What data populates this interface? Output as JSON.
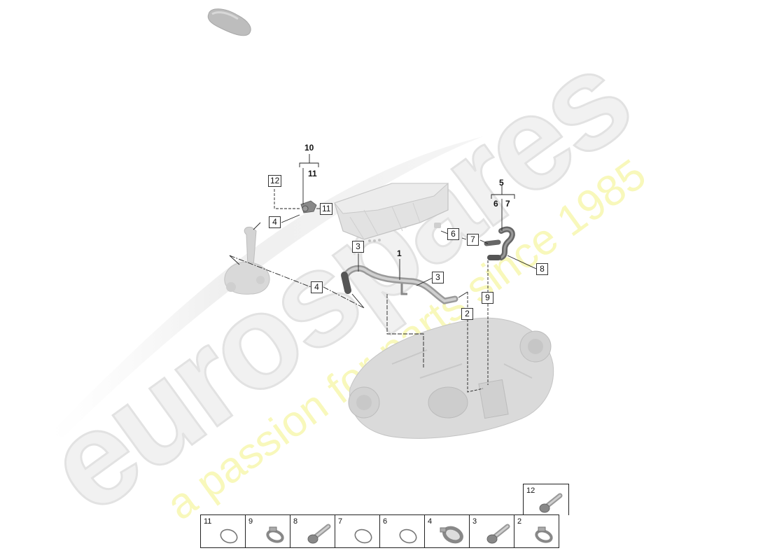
{
  "diagram": {
    "title": "Exploded parts diagram - coolant hoses / power electronics / electric drive unit",
    "watermark": {
      "brand": "eurospares",
      "tagline": "a passion for parts since 1985",
      "brand_color": "#ececec",
      "tagline_color": "#f6f6a8"
    },
    "group_labels": [
      {
        "id": "g10",
        "text": "10"
      },
      {
        "id": "g11",
        "text": "11"
      },
      {
        "id": "g5",
        "text": "5"
      },
      {
        "id": "g6",
        "text": "6"
      },
      {
        "id": "g7",
        "text": "7"
      },
      {
        "id": "g1",
        "text": "1"
      }
    ],
    "callouts": [
      {
        "id": "c12",
        "text": "12"
      },
      {
        "id": "c11",
        "text": "11"
      },
      {
        "id": "c4a",
        "text": "4"
      },
      {
        "id": "c6",
        "text": "6"
      },
      {
        "id": "c7",
        "text": "7"
      },
      {
        "id": "c8",
        "text": "8"
      },
      {
        "id": "c3a",
        "text": "3"
      },
      {
        "id": "c3b",
        "text": "3"
      },
      {
        "id": "c4b",
        "text": "4"
      },
      {
        "id": "c9",
        "text": "9"
      },
      {
        "id": "c2",
        "text": "2"
      }
    ],
    "components": [
      {
        "name": "car-silhouette-icon"
      },
      {
        "name": "power-electronics-module"
      },
      {
        "name": "sensor-connector"
      },
      {
        "name": "coolant-pump"
      },
      {
        "name": "coolant-pipe-main"
      },
      {
        "name": "coolant-hose-right"
      },
      {
        "name": "electric-drive-unit"
      }
    ]
  },
  "parts_table": {
    "extra_cell": {
      "num": "12",
      "icon": "bolt-icon"
    },
    "cells": [
      {
        "num": "11",
        "icon": "o-ring-icon"
      },
      {
        "num": "9",
        "icon": "hose-clamp-icon"
      },
      {
        "num": "8",
        "icon": "bolt-icon"
      },
      {
        "num": "7",
        "icon": "o-ring-icon"
      },
      {
        "num": "6",
        "icon": "o-ring-icon"
      },
      {
        "num": "4",
        "icon": "band-clamp-icon"
      },
      {
        "num": "3",
        "icon": "bolt-icon"
      },
      {
        "num": "2",
        "icon": "hose-clamp-icon"
      }
    ]
  }
}
